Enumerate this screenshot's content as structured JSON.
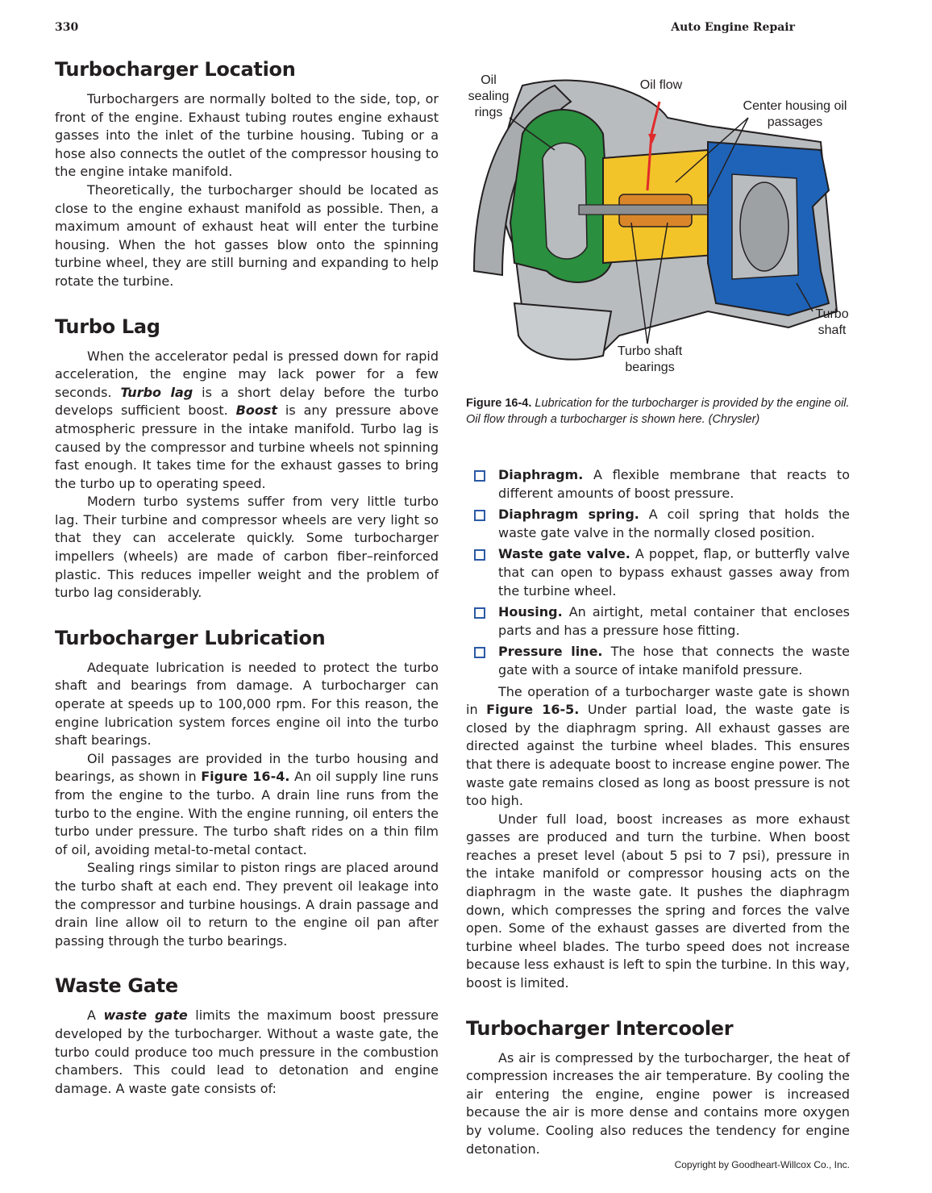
{
  "running_head": {
    "page_number": "330",
    "book_title": "Auto Engine Repair"
  },
  "left_column": {
    "location": {
      "heading": "Turbocharger Location",
      "p1": "Turbochargers are normally bolted to the side, top, or front of the engine. Exhaust tubing routes engine exhaust gasses into the inlet of the turbine housing. Tubing or a hose also connects the outlet of the compressor housing to the engine intake manifold.",
      "p2": "Theoretically, the turbocharger should be located as close to the engine exhaust manifold as possible. Then, a maximum amount of exhaust heat will enter the turbine housing. When the hot gasses blow onto the spinning turbine wheel, they are still burning and expanding to help rotate the turbine."
    },
    "lag": {
      "heading": "Turbo Lag",
      "p1_a": "When the accelerator pedal is pressed down for rapid acceleration, the engine may lack power for a few seconds. ",
      "p1_term1": "Turbo lag",
      "p1_b": " is a short delay before the turbo develops sufficient boost. ",
      "p1_term2": "Boost",
      "p1_c": " is any pressure above atmospheric pressure in the intake manifold. Turbo lag is caused by the compressor and turbine wheels not spinning fast enough. It takes time for the exhaust gasses to bring the turbo up to operating speed.",
      "p2": "Modern turbo systems suffer from very little turbo lag. Their turbine and compressor wheels are very light so that they can accelerate quickly. Some turbocharger impellers (wheels) are made of carbon fiber–reinforced plastic. This reduces impeller weight and the problem of turbo lag considerably."
    },
    "lubrication": {
      "heading": "Turbocharger Lubrication",
      "p1": "Adequate lubrication is needed to protect the turbo shaft and bearings from damage. A turbocharger can operate at speeds up to 100,000 rpm. For this reason, the engine lubrication system forces engine oil into the turbo shaft bearings.",
      "p2_a": "Oil passages are provided in the turbo housing and bearings, as shown in ",
      "p2_ref": "Figure 16-4.",
      "p2_b": " An oil supply line runs from the engine to the turbo. A drain line runs from the turbo to the engine. With the engine running, oil enters the turbo under pressure. The turbo shaft rides on a thin film of oil, avoiding metal-to-metal contact.",
      "p3": "Sealing rings similar to piston rings are placed around the turbo shaft at each end. They prevent oil leakage into the compressor and turbine housings. A drain passage and drain line allow oil to return to the engine oil pan after passing through the turbo bearings."
    },
    "waste_gate": {
      "heading": "Waste Gate",
      "p1_a": "A ",
      "p1_term": "waste gate",
      "p1_b": " limits the maximum boost pressure developed by the turbocharger. Without a waste gate, the turbo could produce too much pressure in the combustion chambers. This could lead to detonation and engine damage. A waste gate consists of:"
    }
  },
  "figure": {
    "callouts": {
      "oil_sealing_rings": "Oil sealing rings",
      "oil_flow": "Oil flow",
      "center_housing": "Center housing oil passages",
      "turbo_shaft": "Turbo shaft",
      "bearings": "Turbo shaft bearings"
    },
    "caption_label": "Figure 16-4.",
    "caption_text": "Lubrication for the turbocharger is provided by the engine oil. Oil flow through a turbocharger is shown here. (Chrysler)",
    "colors": {
      "compressor": "#2a8f3e",
      "center": "#f3c32a",
      "turbine": "#1e63b8",
      "oil": "#e02b2b",
      "metal": "#b9bcbf"
    }
  },
  "right_column": {
    "bullets": [
      {
        "term": "Diaphragm.",
        "text": " A flexible membrane that reacts to different amounts of boost pressure."
      },
      {
        "term": "Diaphragm spring.",
        "text": " A coil spring that holds the waste gate valve in the normally closed position."
      },
      {
        "term": "Waste gate valve.",
        "text": " A poppet, flap, or butterfly valve that can open to bypass exhaust gasses away from the turbine wheel."
      },
      {
        "term": "Housing.",
        "text": " An airtight, metal container that encloses parts and has a pressure hose fitting."
      },
      {
        "term": "Pressure line.",
        "text": " The hose that connects the waste gate with a source of intake manifold pressure."
      }
    ],
    "p_operation_a": "The operation of a turbocharger waste gate is shown in ",
    "p_operation_ref": "Figure 16-5.",
    "p_operation_b": " Under partial load, the waste gate is closed by the diaphragm spring. All exhaust gasses are directed against the turbine wheel blades. This ensures that there is adequate boost to increase engine power. The waste gate remains closed as long as boost pressure is not too high.",
    "p_full_load": "Under full load, boost increases as more exhaust gasses are produced and turn the turbine. When boost reaches a preset level (about 5 psi to 7 psi), pressure in the intake manifold or compressor housing acts on the diaphragm in the waste gate. It pushes the diaphragm down, which compresses the spring and forces the valve open. Some of the exhaust gasses are diverted from the turbine wheel blades. The turbo speed does not increase because less exhaust is left to spin the turbine. In this way, boost is limited.",
    "intercooler": {
      "heading": "Turbocharger Intercooler",
      "p1": "As air is compressed by the turbocharger, the heat of compression increases the air temperature. By cooling the air entering the engine, engine power is increased because the air is more dense and contains more oxygen by volume. Cooling also reduces the tendency for engine detonation."
    }
  },
  "footer": {
    "copyright": "Copyright by Goodheart-Willcox Co., Inc."
  }
}
